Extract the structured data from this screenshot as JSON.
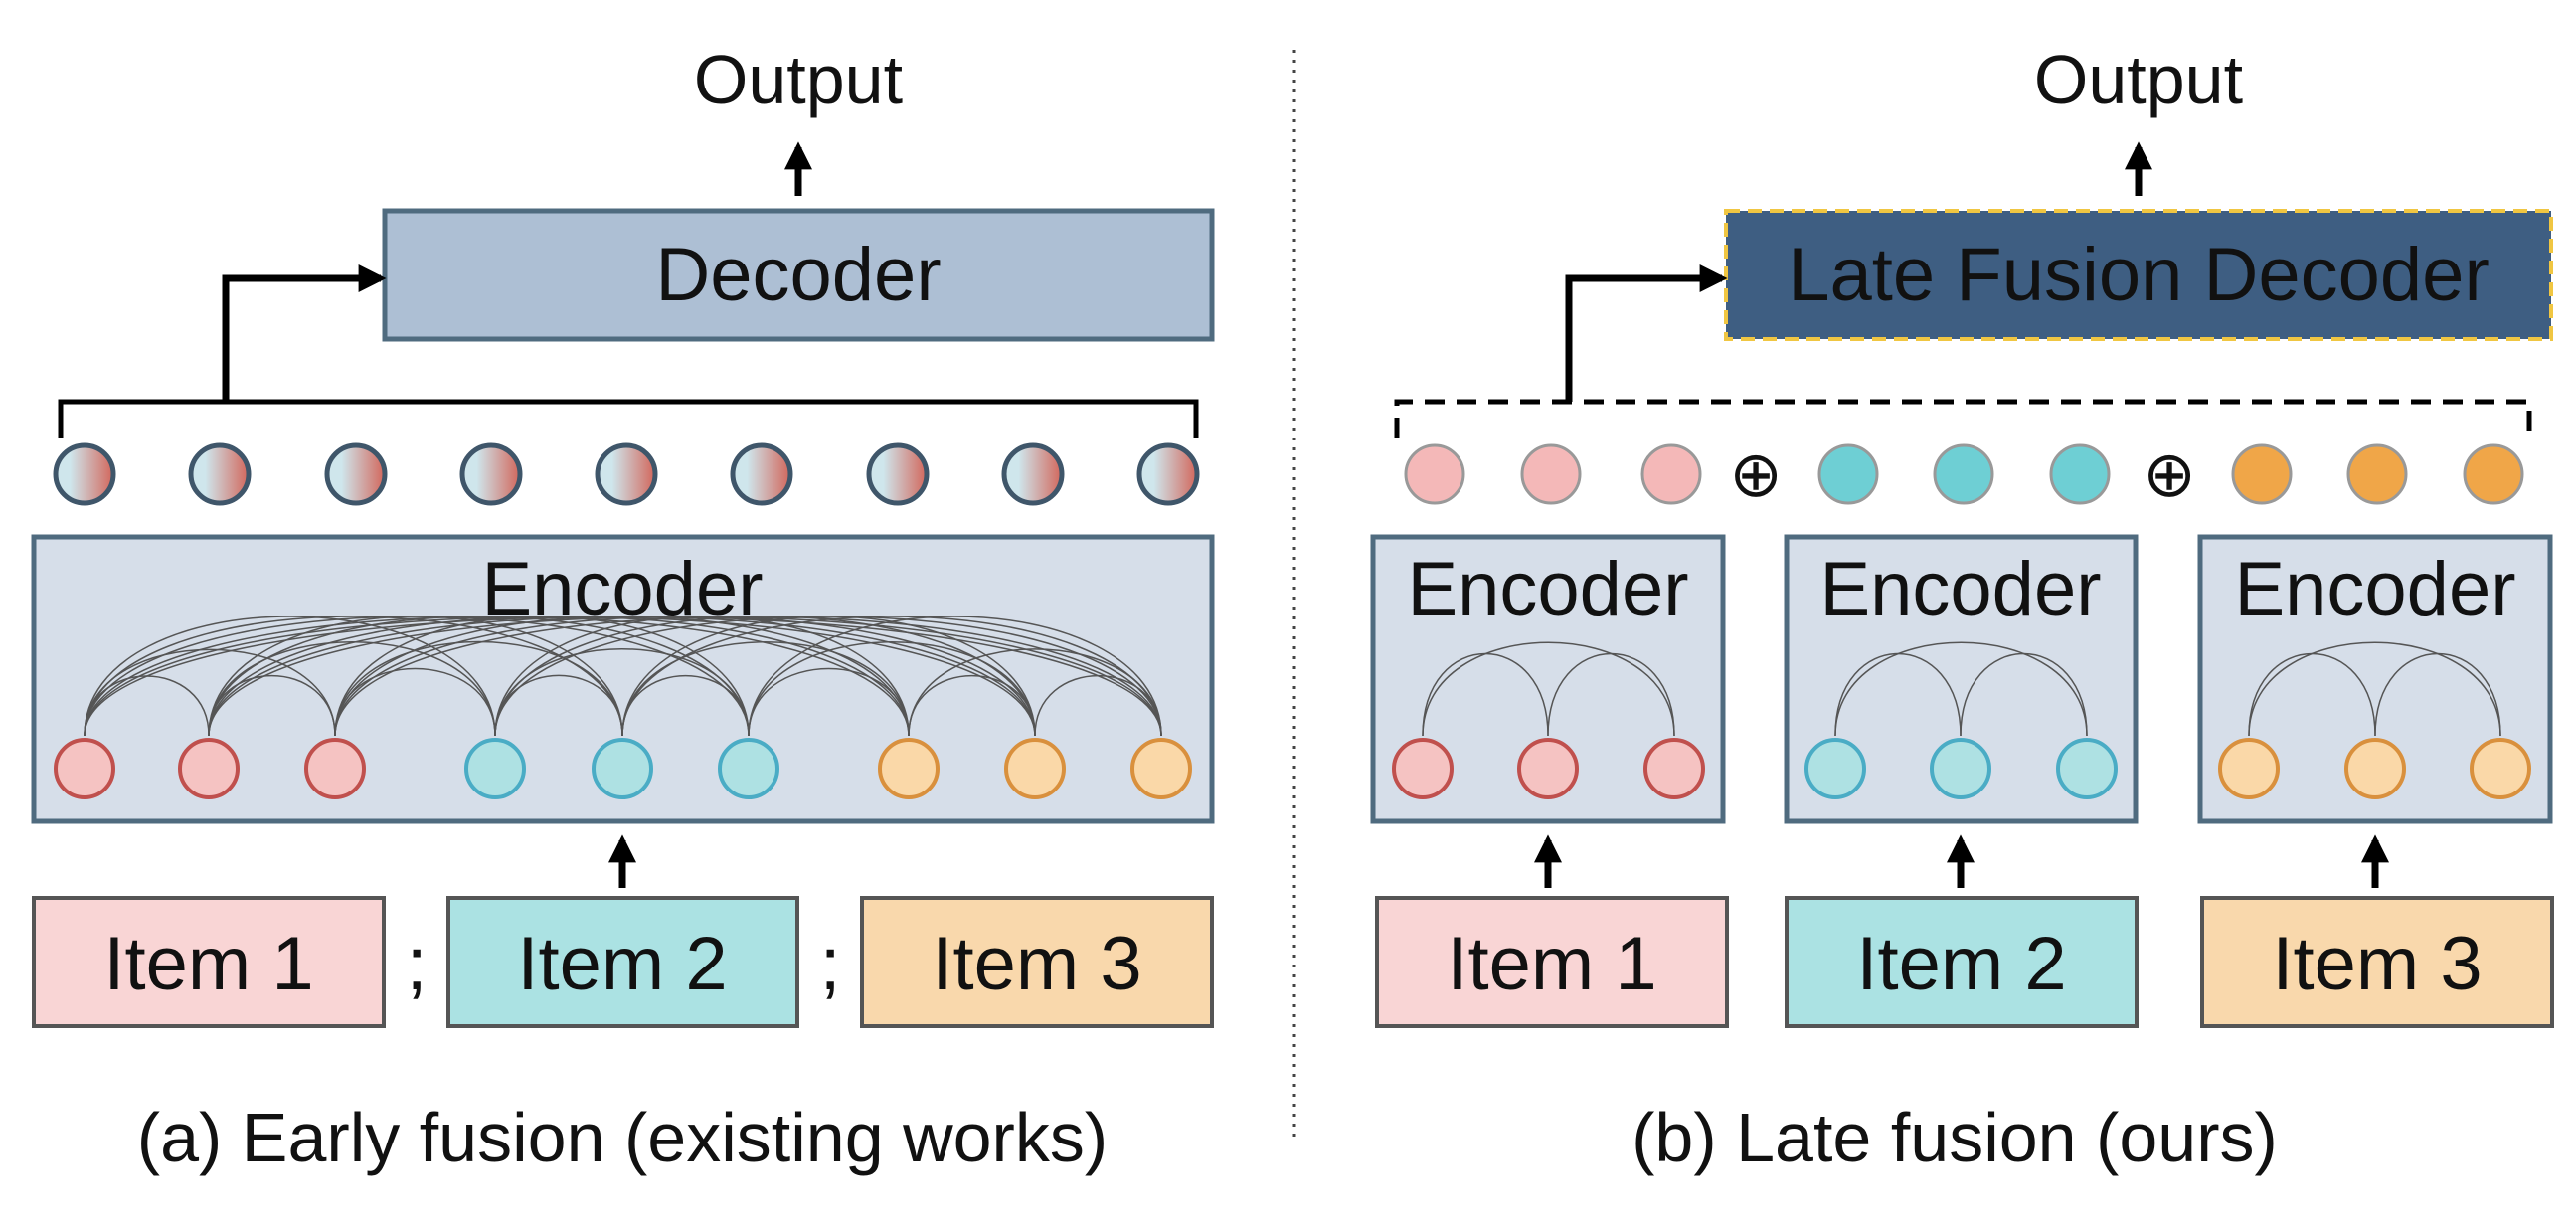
{
  "colors": {
    "encoder_fill": "#d6dee9",
    "box_stroke": "#4f6b7f",
    "decoder_fill": "#adbfd4",
    "late_decoder_fill": "#3e5e82",
    "late_decoder_dash": "#f0c642",
    "item1_fill": "#f9d5d5",
    "item2_fill": "#abe2e3",
    "item3_fill": "#f9d8ac",
    "red_node": "#f5c3c2",
    "red_node_stroke": "#c0504d",
    "teal_node": "#aee1e3",
    "teal_node_stroke": "#4aacc5",
    "orange_node": "#fad8a8",
    "orange_node_stroke": "#d9903d",
    "red_token": "#f4b8b8",
    "teal_token": "#6ecfd4",
    "orange_token": "#f0a648",
    "mixed_token_left": "#cfe6ec",
    "mixed_token_right": "#d2665b",
    "late_decoder_text": "#ffffff"
  },
  "early": {
    "output_label": "Output",
    "decoder_label": "Decoder",
    "encoder_label": "Encoder",
    "items": [
      "Item 1",
      "Item 2",
      "Item 3"
    ],
    "separator": ";",
    "caption": "(a) Early fusion (existing works)"
  },
  "late": {
    "output_label": "Output",
    "decoder_label": "Late Fusion Decoder",
    "encoder_labels": [
      "Encoder",
      "Encoder",
      "Encoder"
    ],
    "items": [
      "Item 1",
      "Item 2",
      "Item 3"
    ],
    "concat_symbol": "⊕",
    "caption": "(b) Late fusion (ours)"
  }
}
